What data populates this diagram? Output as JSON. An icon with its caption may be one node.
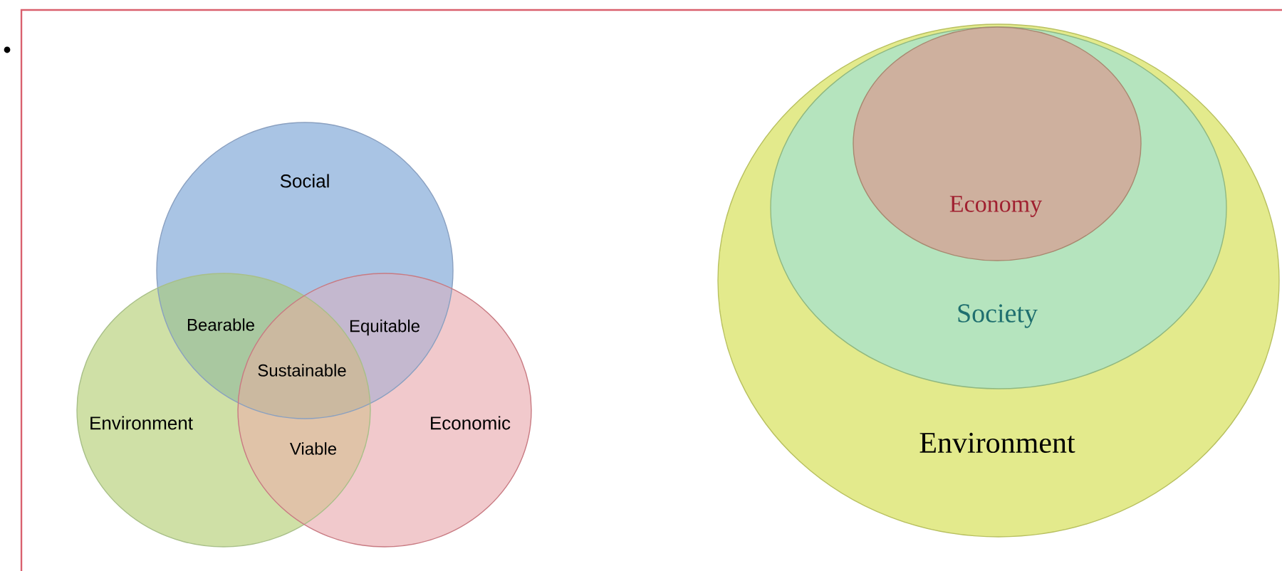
{
  "diagram": {
    "nodes": [
      {
        "text": [
          "Social"
        ]
      },
      {
        "text": [
          "Environment"
        ]
      },
      {
        "text": [
          "Economic"
        ]
      },
      {
        "text": [
          "Environment"
        ]
      },
      {
        "text": [
          "Society"
        ],
        "in": 3
      },
      {
        "text": [
          "Economy"
        ],
        "in": 4
      }
    ],
    "labels": [
      "Bearable",
      "Equitable",
      "Sustainable",
      "Viable"
    ]
  }
}
